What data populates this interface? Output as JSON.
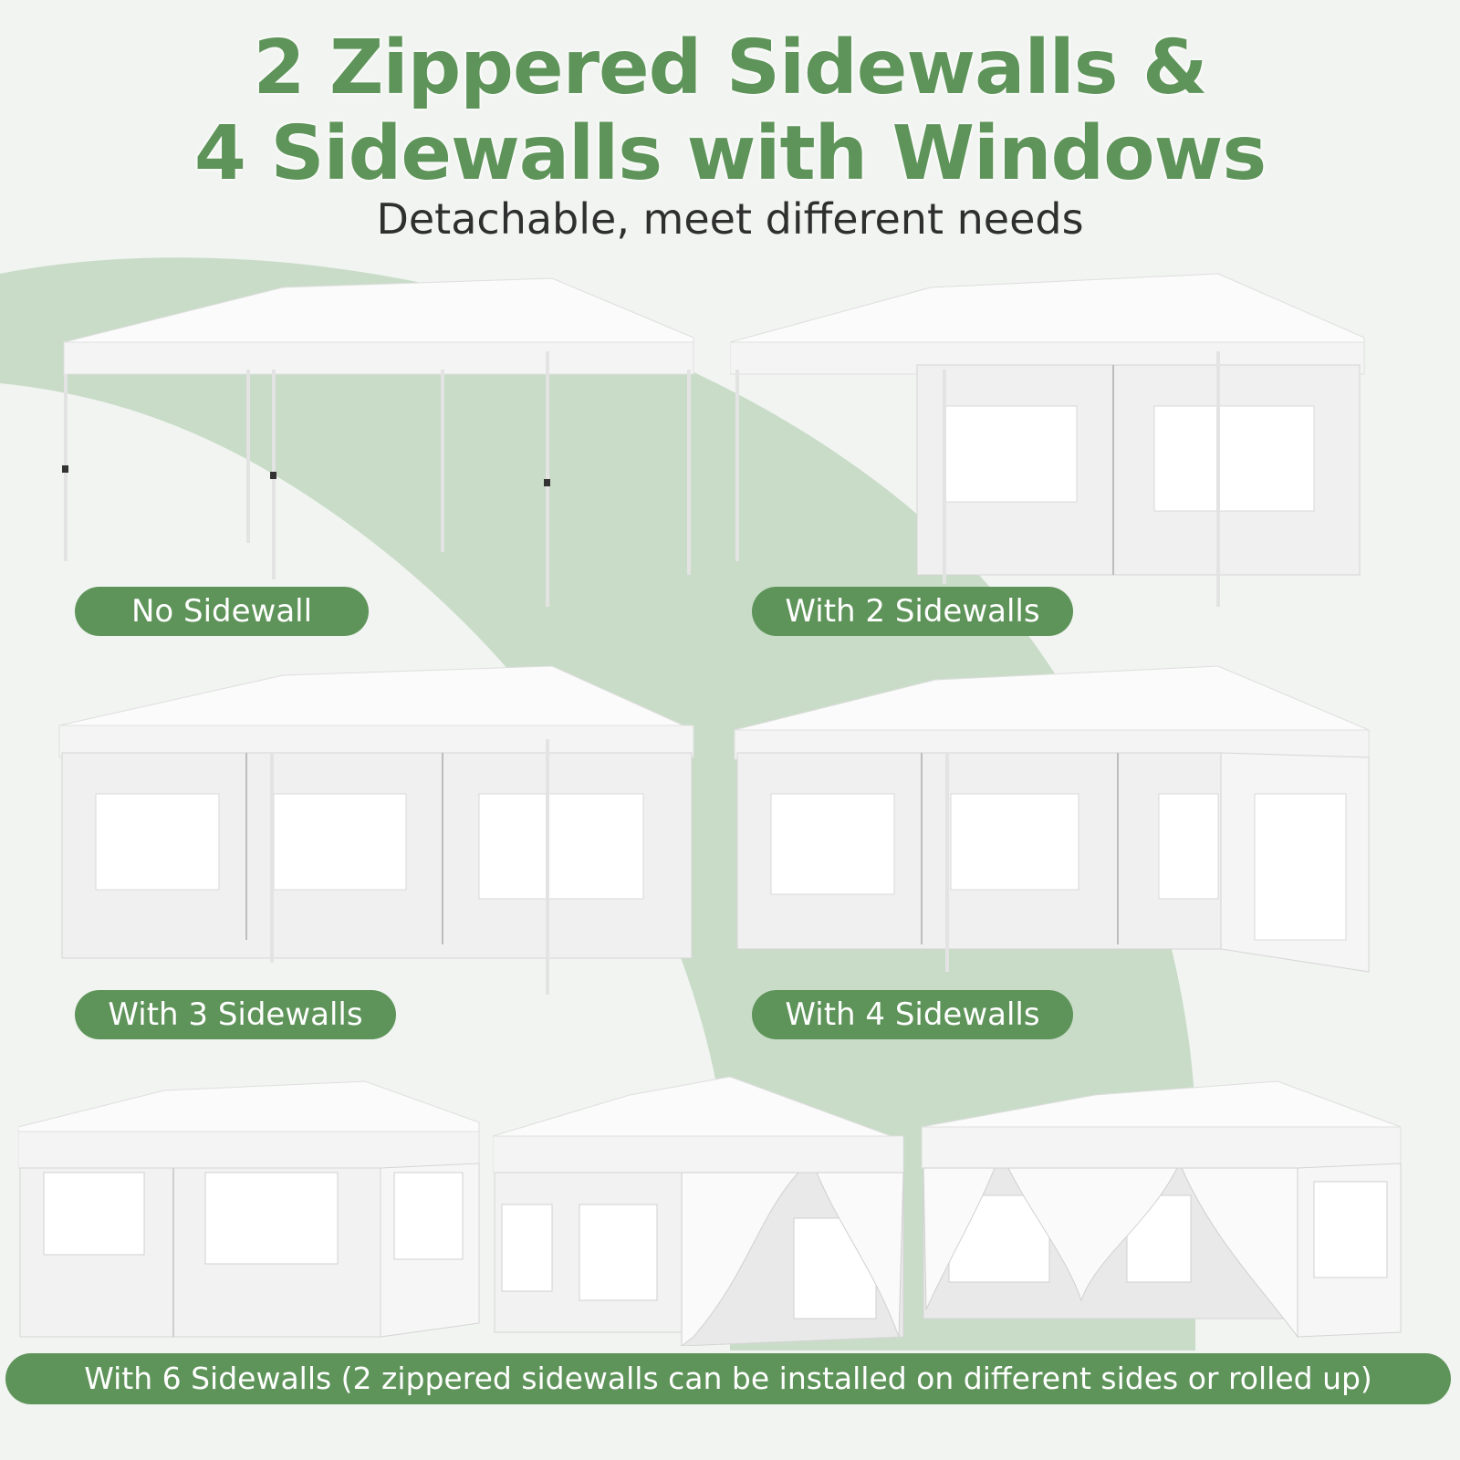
{
  "header": {
    "title_line1": "2 Zippered Sidewalls &",
    "title_line2": "4 Sidewalls with Windows",
    "subtitle": "Detachable, meet different needs"
  },
  "colors": {
    "accent_green": "#5e9459",
    "arc_green": "#c9dcc8",
    "background": "#f1f4f1",
    "subtitle_text": "#2f2f2f",
    "pill_text": "#ffffff"
  },
  "panels": [
    {
      "label": "No Sidewall",
      "sidewalls": 0,
      "image": "white-canopy-tent-no-sidewall"
    },
    {
      "label": "With 2 Sidewalls",
      "sidewalls": 2,
      "image": "white-canopy-tent-2-sidewalls"
    },
    {
      "label": "With 3 Sidewalls",
      "sidewalls": 3,
      "image": "white-canopy-tent-3-sidewalls"
    },
    {
      "label": "With 4 Sidewalls",
      "sidewalls": 4,
      "image": "white-canopy-tent-4-sidewalls"
    }
  ],
  "bottom_row": {
    "images": [
      "tent-6-sidewalls-closed",
      "tent-6-sidewalls-one-door-open",
      "tent-6-sidewalls-two-doors-open"
    ],
    "caption": "With 6 Sidewalls (2 zippered sidewalls can be installed on different sides or rolled up)"
  }
}
